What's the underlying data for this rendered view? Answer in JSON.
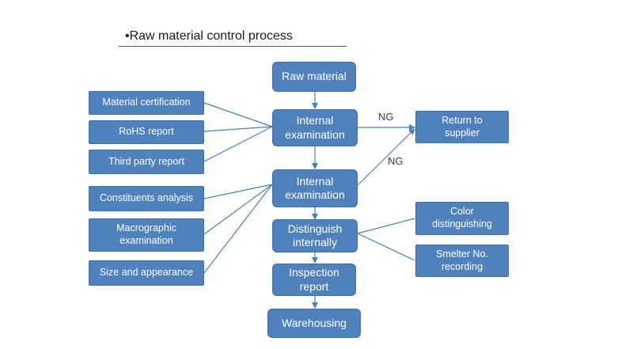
{
  "title": "•Raw material control process",
  "main_steps": {
    "raw_material": "Raw material",
    "internal_exam_1": "Internal examination",
    "internal_exam_2": "Internal examination",
    "distinguish": "Distinguish internally",
    "inspection_report": "Inspection report",
    "warehousing": "Warehousing"
  },
  "inputs_group_1": {
    "material_certification": "Material certification",
    "rohs_report": "RoHS report",
    "third_party_report": "Third party report"
  },
  "inputs_group_2": {
    "constituents_analysis": "Constituents analysis",
    "macrographic_examination": "Macrographic examination",
    "size_and_appearance": "Size and appearance"
  },
  "outputs": {
    "return_to_supplier": "Return to supplier",
    "color_distinguishing": "Color distinguishing",
    "smelter_recording": "Smelter No. recording"
  },
  "edge_labels": {
    "ng_1": "NG",
    "ng_2": "NG"
  },
  "colors": {
    "box_fill": "#4f81bd",
    "line": "#4a7ebb"
  }
}
